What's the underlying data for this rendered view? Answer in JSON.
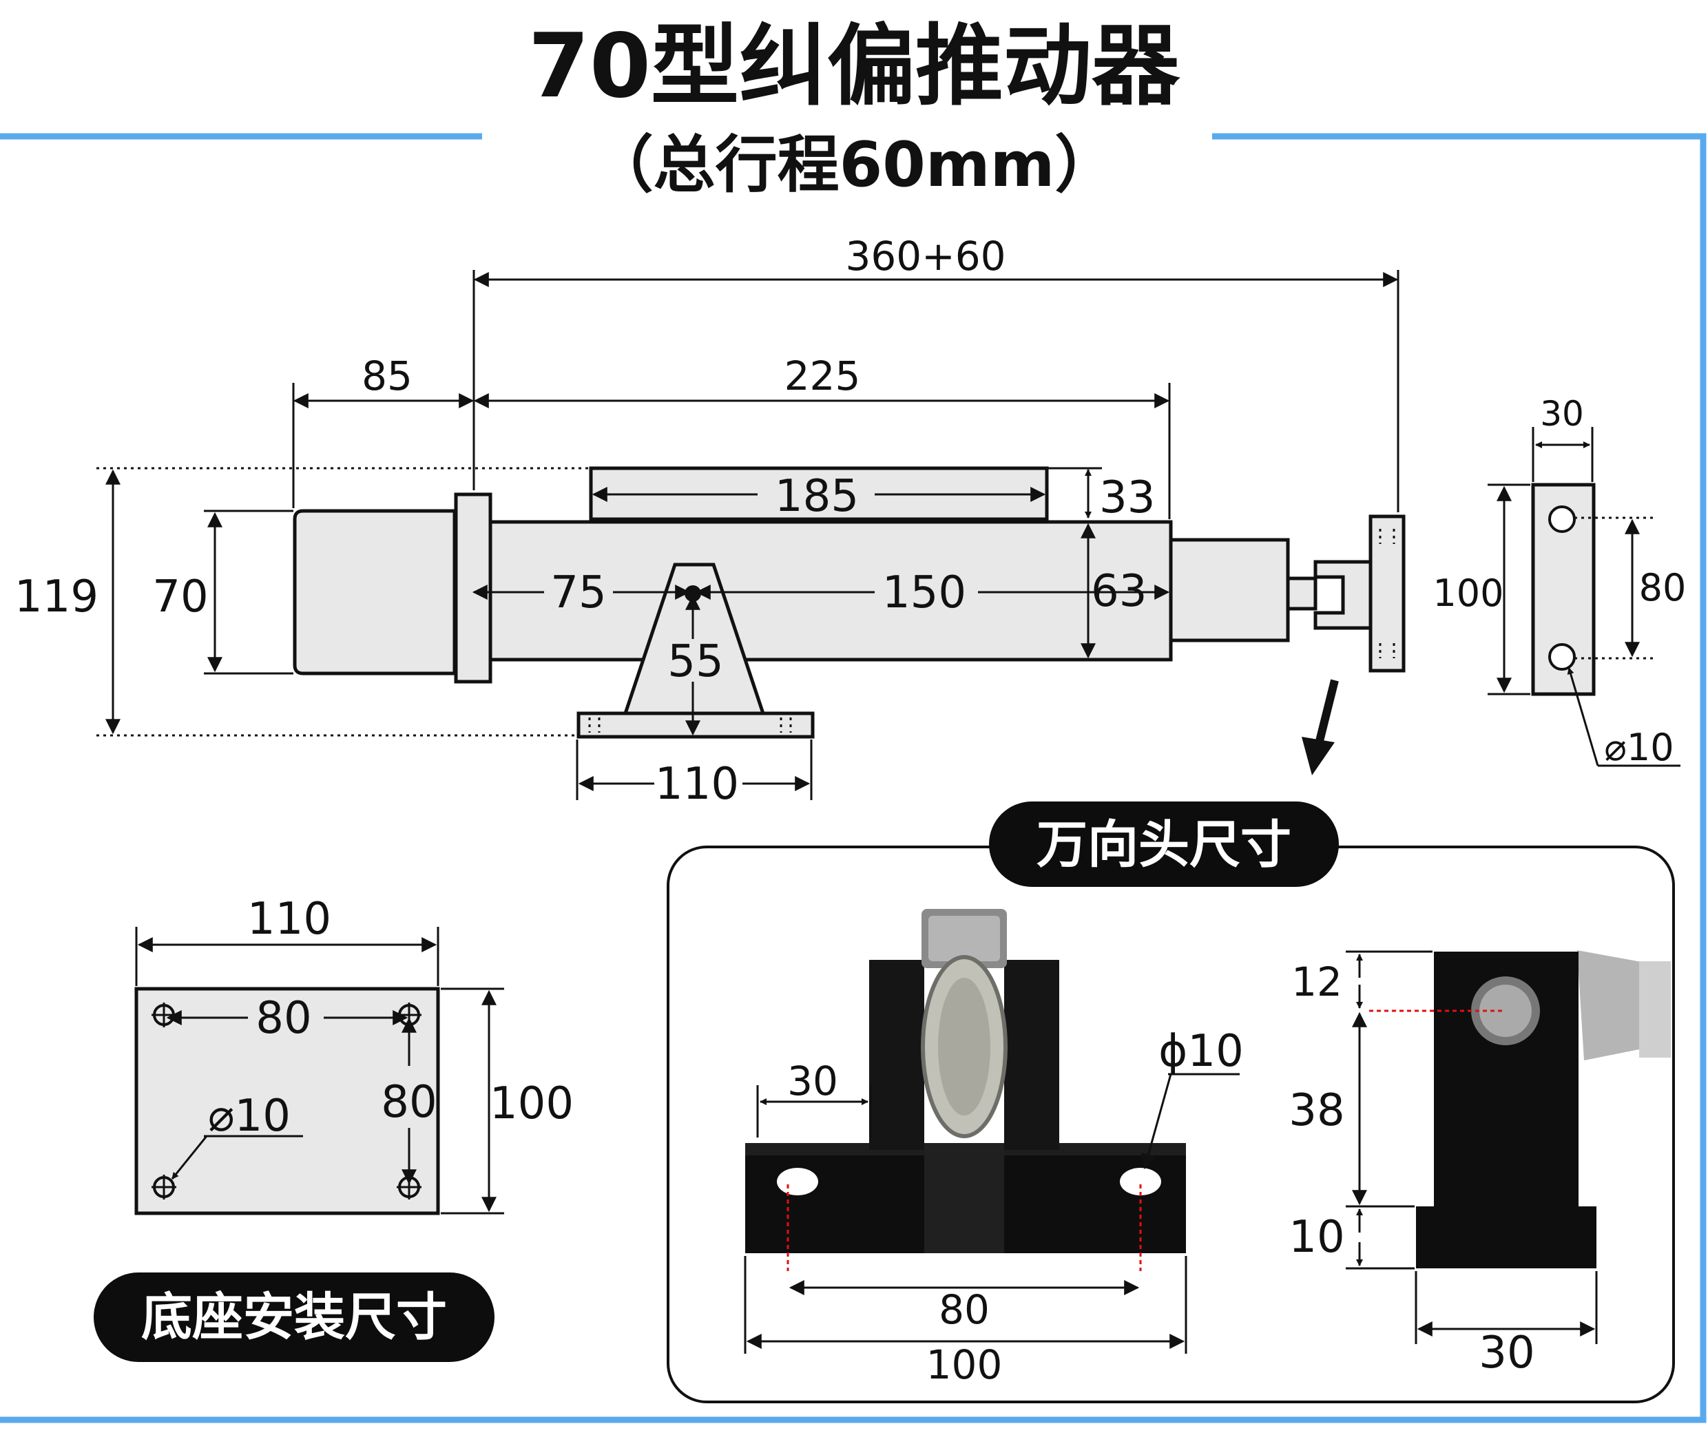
{
  "title": "70型纠偏推动器",
  "subtitle": "（总行程60mm）",
  "colors": {
    "frame": "#59a9ee",
    "line": "#111111",
    "part_fill": "#e8e8e8",
    "photo_black": "#0d0d0d",
    "hole_line": "#e01010"
  },
  "main_view": {
    "total_length": "360+60",
    "motor_length": "85",
    "cylinder_length": "225",
    "top_bar_length": "185",
    "top_bar_height": "33",
    "overall_height": "119",
    "motor_height": "70",
    "body_height": "63",
    "mount_offset": "75",
    "stroke_to_end": "150",
    "bracket_height": "55",
    "base_width": "110"
  },
  "end_view": {
    "width": "30",
    "height": "100",
    "hole_spacing": "80",
    "hole_diameter": "⌀10"
  },
  "base_mount": {
    "label": "底座安装尺寸",
    "width": "110",
    "height": "100",
    "hole_spacing_x": "80",
    "hole_spacing_y": "80",
    "hole_diameter": "⌀10"
  },
  "universal_joint": {
    "label": "万向头尺寸",
    "front": {
      "upright_width": "30",
      "hole_diameter": "ϕ10",
      "hole_spacing": "80",
      "base_length": "100"
    },
    "side": {
      "top_offset": "12",
      "hole_to_base": "38",
      "base_thickness": "10",
      "width": "30"
    }
  }
}
